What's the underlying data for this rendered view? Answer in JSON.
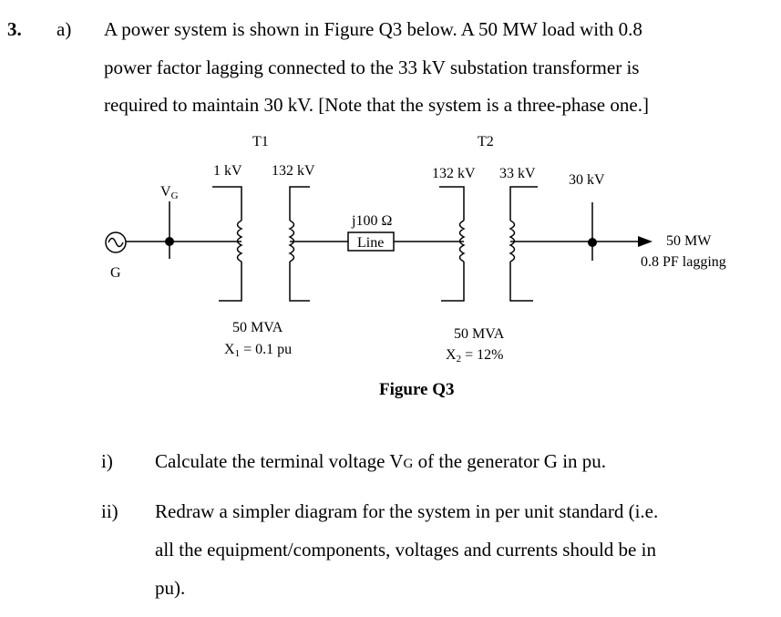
{
  "question": {
    "number": "3.",
    "part": "a)",
    "intro_lines": [
      "A power system is shown in Figure Q3 below. A 50 MW load with 0.8",
      "power factor lagging connected to the 33 kV substation transformer is",
      "required to maintain 30 kV. [Note that the system is a three-phase one.]"
    ]
  },
  "figure": {
    "caption": "Figure Q3",
    "generator_label": "G",
    "vg_main": "V",
    "vg_sub": "G",
    "t1": {
      "name": "T1",
      "primary_voltage": "1 kV",
      "secondary_voltage": "132 kV",
      "rating": "50 MVA",
      "reactance_main": "X",
      "reactance_sub": "1",
      "reactance_value": " = 0.1 pu"
    },
    "line": {
      "impedance": "j100 Ω",
      "label": "Line"
    },
    "t2": {
      "name": "T2",
      "primary_voltage": "132 kV",
      "secondary_voltage": "33 kV",
      "rating": "50 MVA",
      "reactance_main": "X",
      "reactance_sub": "2",
      "reactance_value": " = 12%"
    },
    "bus_voltage": "30 kV",
    "load": {
      "power": "50 MW",
      "pf": "0.8 PF lagging"
    }
  },
  "subquestions": [
    {
      "num": "i)",
      "text_before": "Calculate the terminal voltage V",
      "text_sub": "G",
      "text_after": " of the generator G in pu."
    },
    {
      "num": "ii)",
      "lines": [
        "Redraw a simpler diagram for the system in per unit standard (i.e.",
        "all the equipment/components, voltages and currents should be in",
        "pu)."
      ]
    }
  ]
}
